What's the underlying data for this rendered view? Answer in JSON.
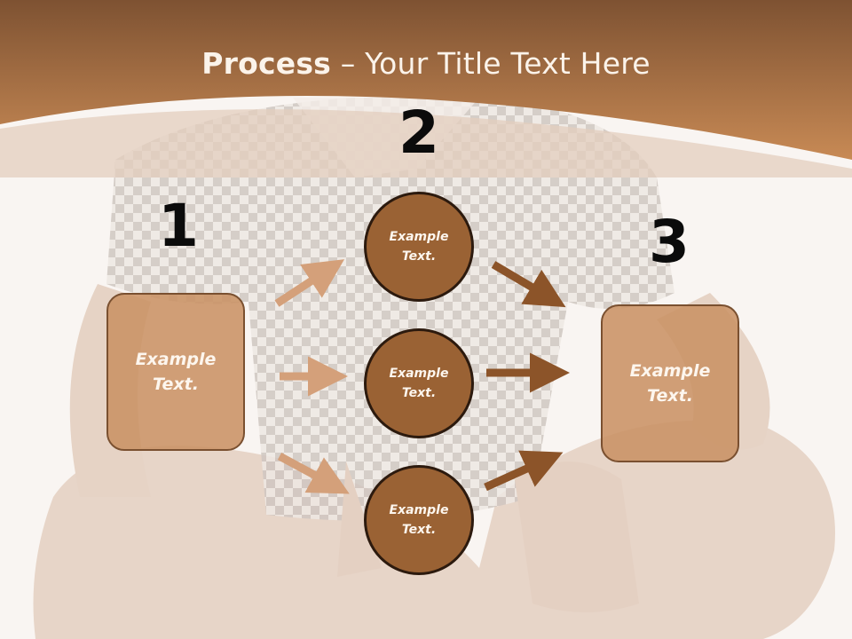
{
  "slide": {
    "title_bold": "Process",
    "title_rest": " – Your Title Text Here"
  },
  "numbers": {
    "n1": "1",
    "n2": "2",
    "n3": "3"
  },
  "boxes": {
    "left": "Example Text.",
    "right": "Example Text."
  },
  "circles": {
    "top": "Example Text.",
    "middle": "Example Text.",
    "bottom": "Example Text."
  },
  "colors": {
    "header_brown": "#8a5a34",
    "left_arrows": "#d4a07a",
    "right_arrows": "#8c5429",
    "circle_fill": "#9a6234",
    "box_fill": "#ca9264"
  },
  "icons": {
    "background_image": "person-sitting-cross-legged-photo"
  }
}
